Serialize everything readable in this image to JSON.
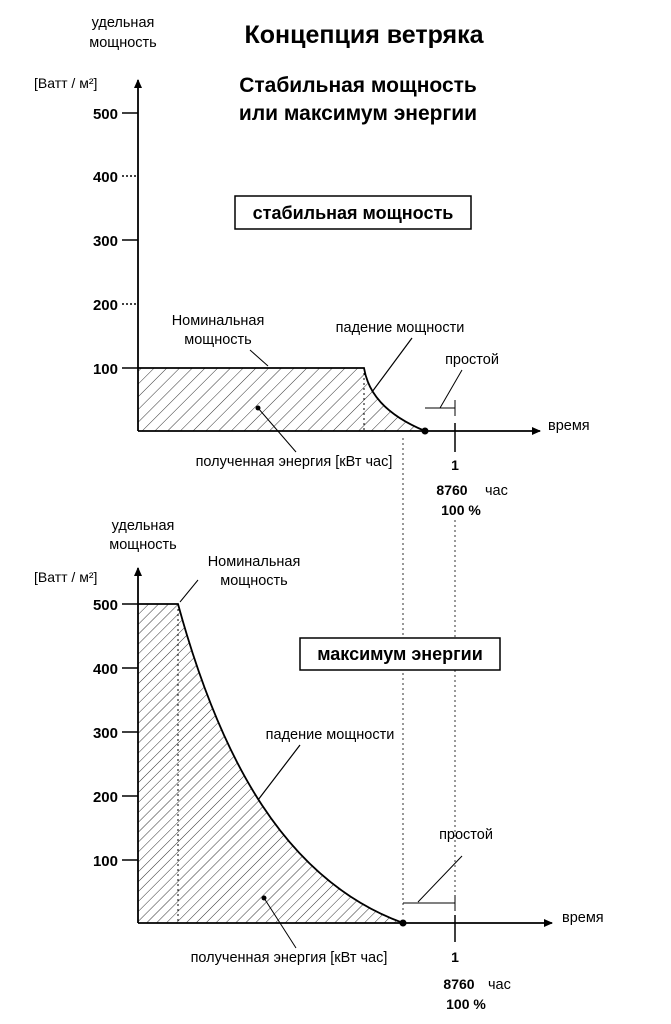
{
  "title": "Концепция ветряка",
  "subtitle_line1": "Стабильная мощность",
  "subtitle_line2": "или максимум энергии",
  "top_chart": {
    "ylabel_line1": "удельная",
    "ylabel_line2": "мощность",
    "unit_label": "[Ватт / м²]",
    "ticks": [
      "100",
      "200",
      "300",
      "400",
      "500"
    ],
    "box_label": "стабильная мощность",
    "nominal_line1": "Номинальная",
    "nominal_line2": "мощность",
    "power_drop": "падение мощности",
    "downtime": "простой",
    "time_label": "время",
    "energy_label": "полученная энергия [кВт час]",
    "x_one": "1",
    "hours": "8760",
    "hours_unit": "час",
    "percent": "100 %"
  },
  "bottom_chart": {
    "ylabel_line1": "удельная",
    "ylabel_line2": "мощность",
    "unit_label": "[Ватт / м²]",
    "ticks": [
      "100",
      "200",
      "300",
      "400",
      "500"
    ],
    "box_label": "максимум энергии",
    "nominal_line1": "Номинальная",
    "nominal_line2": "мощность",
    "power_drop": "падение мощности",
    "downtime": "простой",
    "time_label": "время",
    "energy_label": "полученная энергия [кВт час]",
    "x_one": "1",
    "hours": "8760",
    "hours_unit": "час",
    "percent": "100 %"
  }
}
